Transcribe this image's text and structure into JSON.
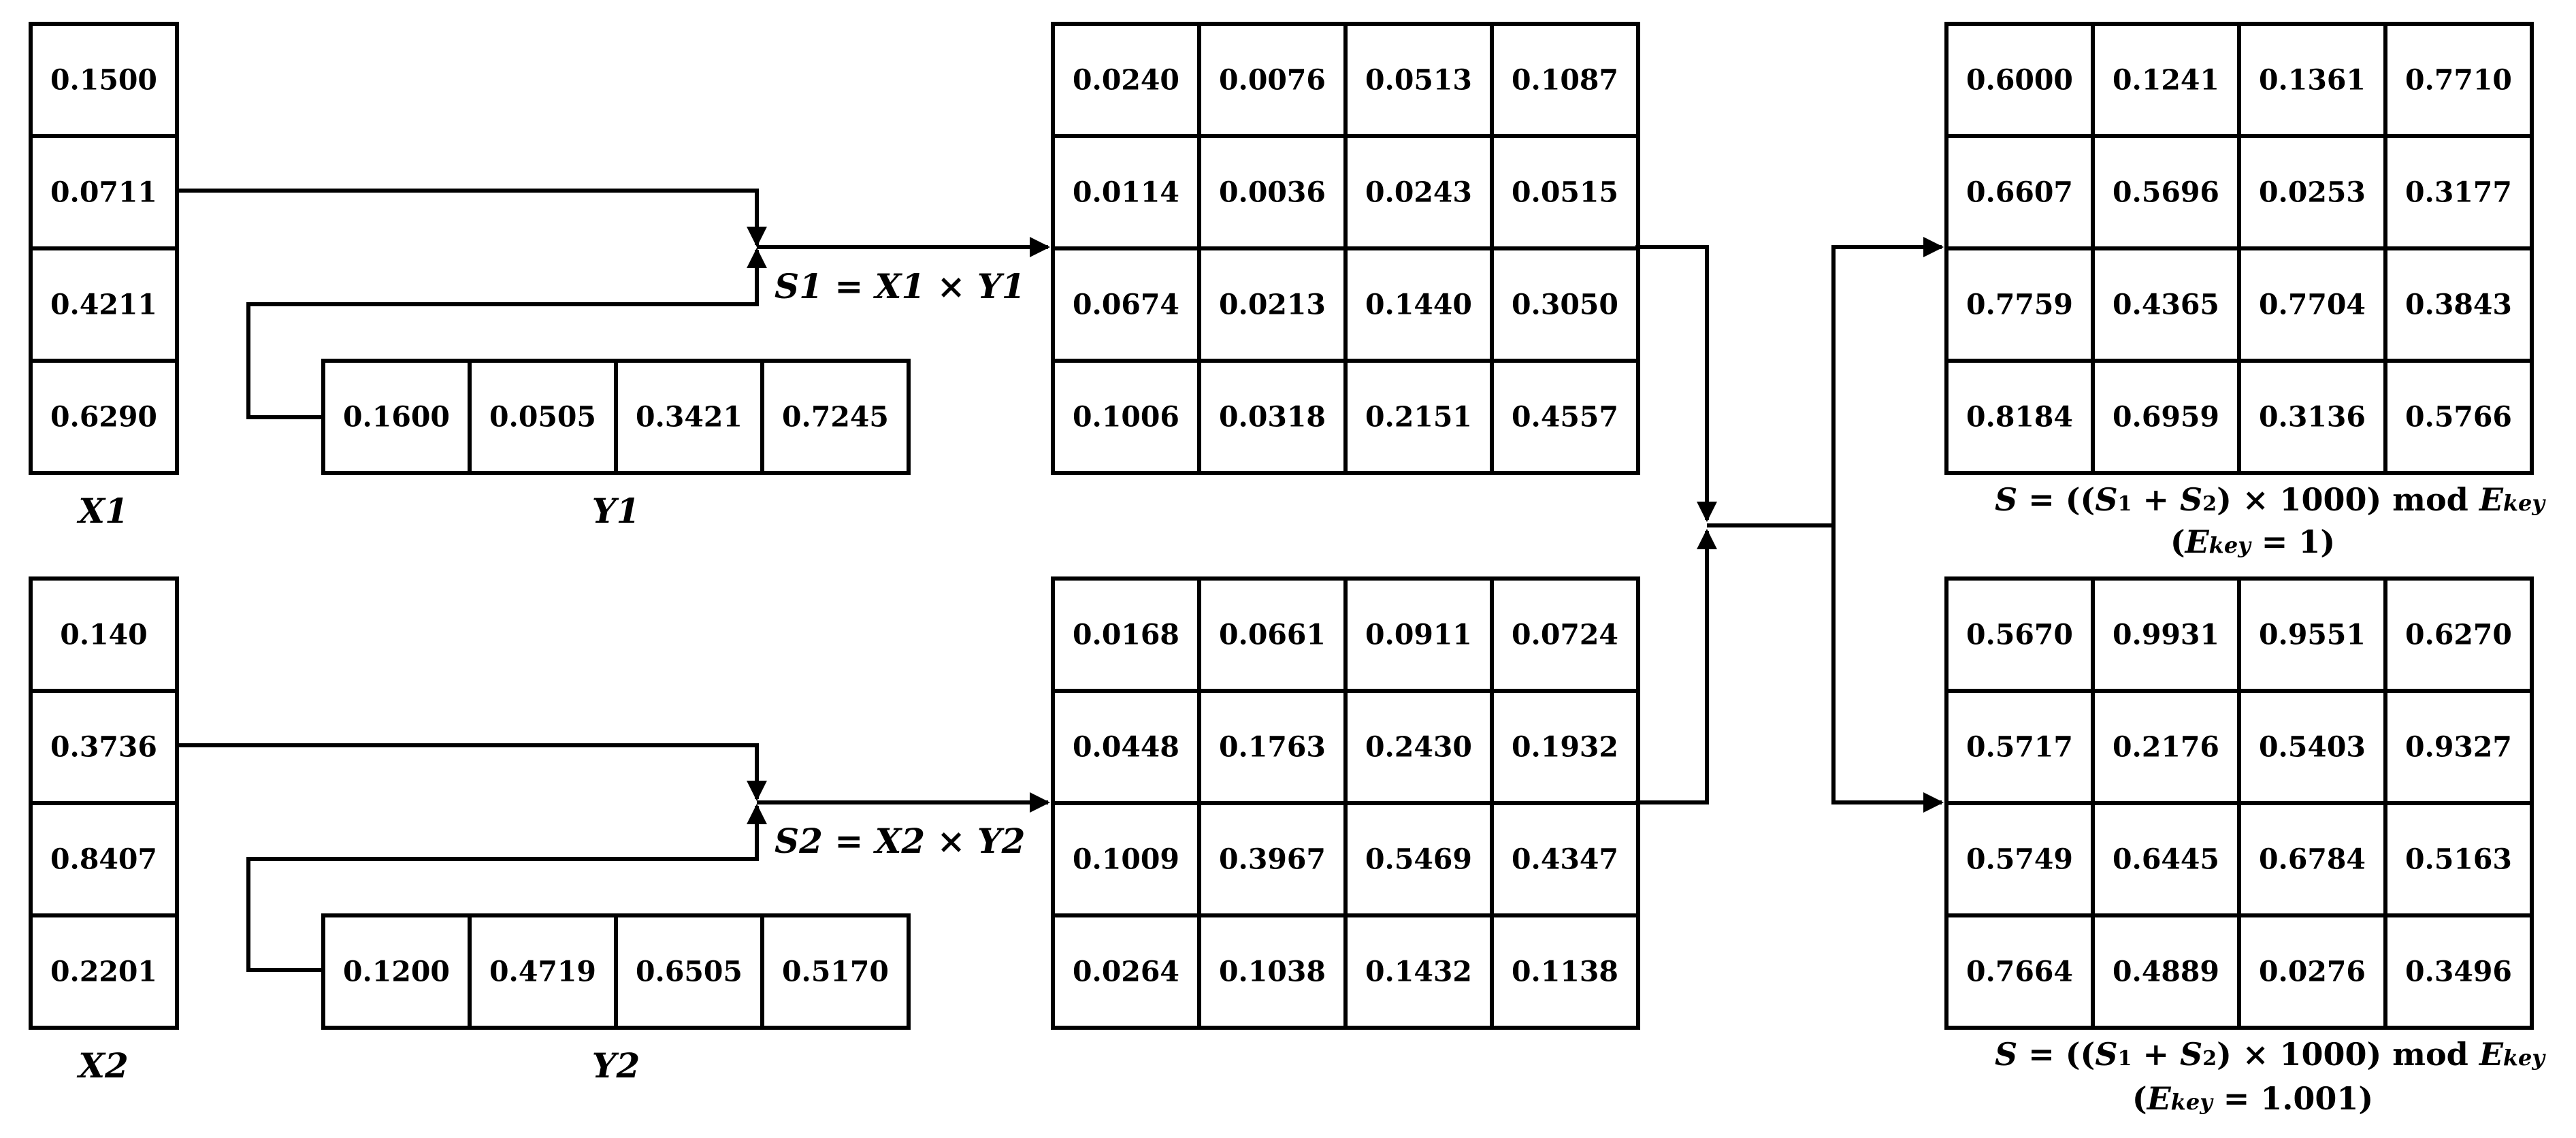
{
  "inputs": {
    "x1": {
      "label": "X1",
      "values": [
        "0.1500",
        "0.0711",
        "0.4211",
        "0.6290"
      ]
    },
    "y1": {
      "label": "Y1",
      "values": [
        "0.1600",
        "0.0505",
        "0.3421",
        "0.7245"
      ]
    },
    "x2": {
      "label": "X2",
      "values": [
        "0.140",
        "0.3736",
        "0.8407",
        "0.2201"
      ]
    },
    "y2": {
      "label": "Y2",
      "values": [
        "0.1200",
        "0.4719",
        "0.6505",
        "0.5170"
      ]
    }
  },
  "products": {
    "s1": {
      "formula": {
        "lhs": "S1",
        "eq": " = ",
        "a": "X1",
        "times": " × ",
        "b": "Y1"
      },
      "matrix": [
        [
          "0.0240",
          "0.0076",
          "0.0513",
          "0.1087"
        ],
        [
          "0.0114",
          "0.0036",
          "0.0243",
          "0.0515"
        ],
        [
          "0.0674",
          "0.0213",
          "0.1440",
          "0.3050"
        ],
        [
          "0.1006",
          "0.0318",
          "0.2151",
          "0.4557"
        ]
      ]
    },
    "s2": {
      "formula": {
        "lhs": "S2",
        "eq": " = ",
        "a": "X2",
        "times": " × ",
        "b": "Y2"
      },
      "matrix": [
        [
          "0.0168",
          "0.0661",
          "0.0911",
          "0.0724"
        ],
        [
          "0.0448",
          "0.1763",
          "0.2430",
          "0.1932"
        ],
        [
          "0.1009",
          "0.3967",
          "0.5469",
          "0.4347"
        ],
        [
          "0.0264",
          "0.1038",
          "0.1432",
          "0.1138"
        ]
      ]
    }
  },
  "outputs": {
    "key1": {
      "matrix": [
        [
          "0.6000",
          "0.1241",
          "0.1361",
          "0.7710"
        ],
        [
          "0.6607",
          "0.5696",
          "0.0253",
          "0.3177"
        ],
        [
          "0.7759",
          "0.4365",
          "0.7704",
          "0.3843"
        ],
        [
          "0.8184",
          "0.6959",
          "0.3136",
          "0.5766"
        ]
      ],
      "formula": {
        "s": "S",
        "eq": " = ((",
        "s1": "S",
        "s1sub": "1",
        "plus": " + ",
        "s2": "S",
        "s2sub": "2",
        "mult": ") × 1000) mod ",
        "e": "E",
        "esub": "key"
      },
      "key": {
        "open": "(",
        "e": "E",
        "esub": "key",
        "eq": " = 1",
        "close": ")"
      }
    },
    "key2": {
      "matrix": [
        [
          "0.5670",
          "0.9931",
          "0.9551",
          "0.6270"
        ],
        [
          "0.5717",
          "0.2176",
          "0.5403",
          "0.9327"
        ],
        [
          "0.5749",
          "0.6445",
          "0.6784",
          "0.5163"
        ],
        [
          "0.7664",
          "0.4889",
          "0.0276",
          "0.3496"
        ]
      ],
      "formula": {
        "s": "S",
        "eq": " = ((",
        "s1": "S",
        "s1sub": "1",
        "plus": " + ",
        "s2": "S",
        "s2sub": "2",
        "mult": ") × 1000) mod ",
        "e": "E",
        "esub": "key"
      },
      "key": {
        "open": "(",
        "e": "E",
        "esub": "key",
        "eq": " = 1.001",
        "close": ")"
      }
    }
  }
}
